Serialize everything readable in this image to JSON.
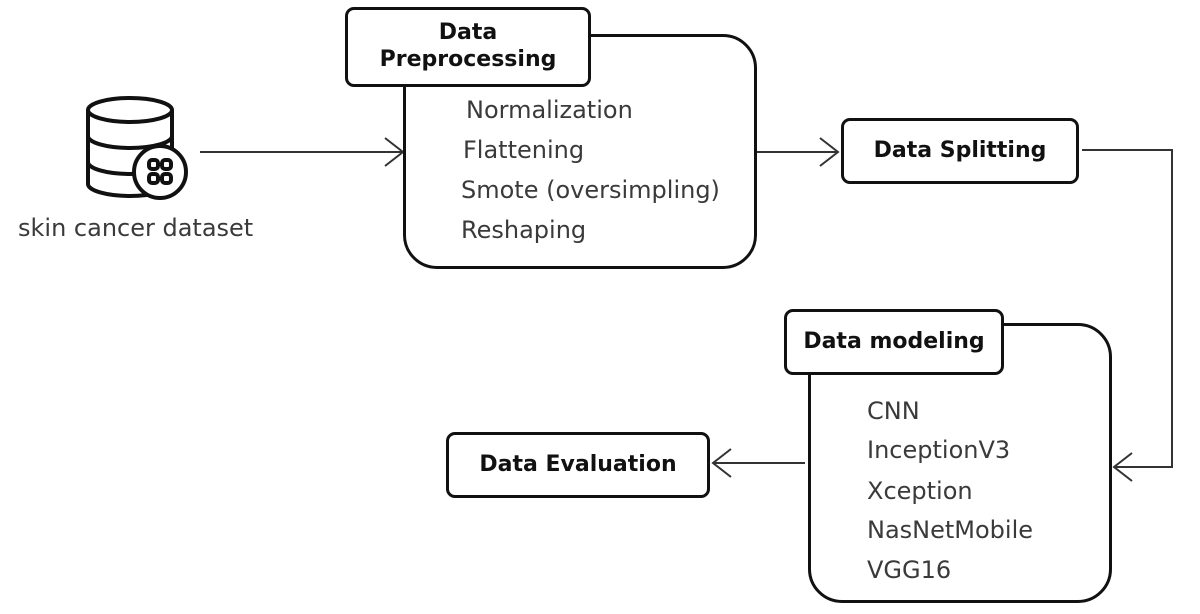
{
  "dataset": {
    "label": "skin cancer dataset",
    "icon": "database-icon"
  },
  "preprocessing": {
    "title_line1": "Data",
    "title_line2": "Preprocessing",
    "items": [
      "Normalization",
      "Flattening",
      "Smote (oversimpling)",
      "Reshaping"
    ]
  },
  "splitting": {
    "title": "Data Splitting"
  },
  "modeling": {
    "title": "Data modeling",
    "items": [
      "CNN",
      "InceptionV3",
      "Xception",
      "NasNetMobile",
      "VGG16"
    ]
  },
  "evaluation": {
    "title": "Data Evaluation"
  },
  "colors": {
    "stroke": "#111111",
    "item_text": "#3a3a3a",
    "background": "#ffffff"
  }
}
